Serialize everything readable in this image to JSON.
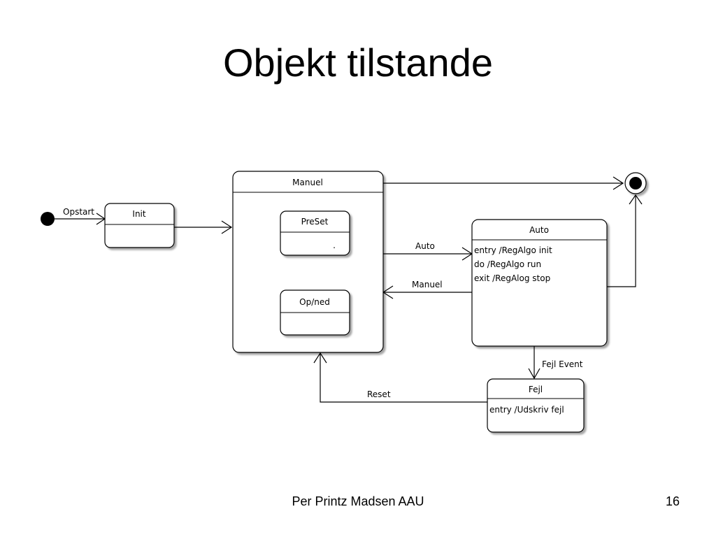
{
  "slide": {
    "title": "Objekt tilstande",
    "footer_author": "Per Printz Madsen AAU",
    "page_number": "16"
  },
  "diagram": {
    "states": {
      "init": {
        "name": "Init"
      },
      "manuel": {
        "name": "Manuel"
      },
      "preset": {
        "name": "PreSet",
        "mark": "."
      },
      "opned": {
        "name": "Op/ned"
      },
      "auto": {
        "name": "Auto",
        "actions": [
          "entry /RegAlgo init",
          "do /RegAlgo run",
          "exit /RegAlog stop"
        ]
      },
      "fejl": {
        "name": "Fejl",
        "actions": [
          "entry /Udskriv fejl"
        ]
      }
    },
    "transitions": {
      "opstart": "Opstart",
      "auto": "Auto",
      "manuel": "Manuel",
      "fejl_event": "Fejl Event",
      "reset": "Reset"
    }
  }
}
